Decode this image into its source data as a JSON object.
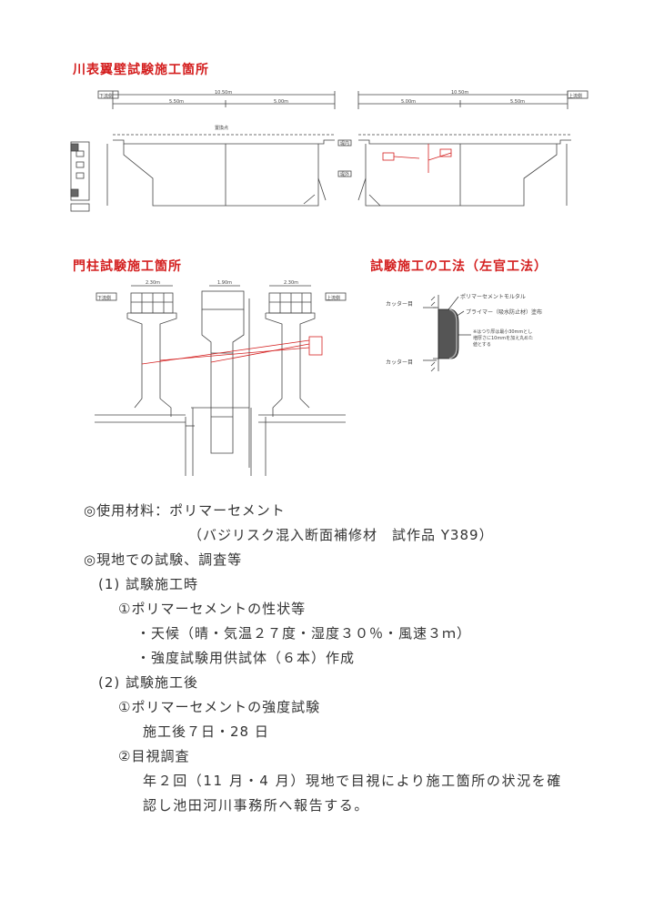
{
  "headings": {
    "wing_wall": "川表翼壁試験施工箇所",
    "gate_column": "門柱試験施工箇所",
    "method": "試験施工の工法（左官工法）"
  },
  "diagram1": {
    "left_side_tag": "下流側",
    "right_side_tag": "上流側",
    "left_total": "10.50m",
    "left_half_a": "5.50m",
    "left_half_b": "5.00m",
    "right_total": "10.50m",
    "right_half_a": "5.00m",
    "right_half_b": "5.50m",
    "center_point": "置換点",
    "mark_up_left": "堤内",
    "mark_down_left": "堤外"
  },
  "diagram2": {
    "tag_left": "下流側",
    "tag_right": "上流側",
    "dim_a": "2.30m",
    "dim_b": "1.90m",
    "dim_c": "2.30m"
  },
  "diagram3": {
    "cutter_top": "カッター目",
    "cutter_bottom": "カッター目",
    "label_mortar": "ポリマーセメントモルタル",
    "label_primer": "プライマー（吸水防止材）塗布",
    "label_note_1": "※はつり厚は最小30mmとし",
    "label_note_2": "増厚さに10mmを加え丸めた",
    "label_note_3": "値とする"
  },
  "body": {
    "line1": "◎使用材料：ポリマーセメント",
    "line2": "（バジリスク混入断面補修材　試作品 Y389）",
    "line3": "◎現地での試験、調査等",
    "line4": "(1)  試験施工時",
    "line5": "①ポリマーセメントの性状等",
    "line6": "・天候（晴・気温２７度・湿度３０％・風速３ｍ）",
    "line7": "・強度試験用供試体（６本）作成",
    "line8": "(2)  試験施工後",
    "line9": "①ポリマーセメントの強度試験",
    "line10": "施工後７日・28 日",
    "line11": "②目視調査",
    "line12": "年２回（11 月・4 月）現地で目視により施工箇所の状況を確",
    "line13": "認し池田河川事務所へ報告する。"
  }
}
